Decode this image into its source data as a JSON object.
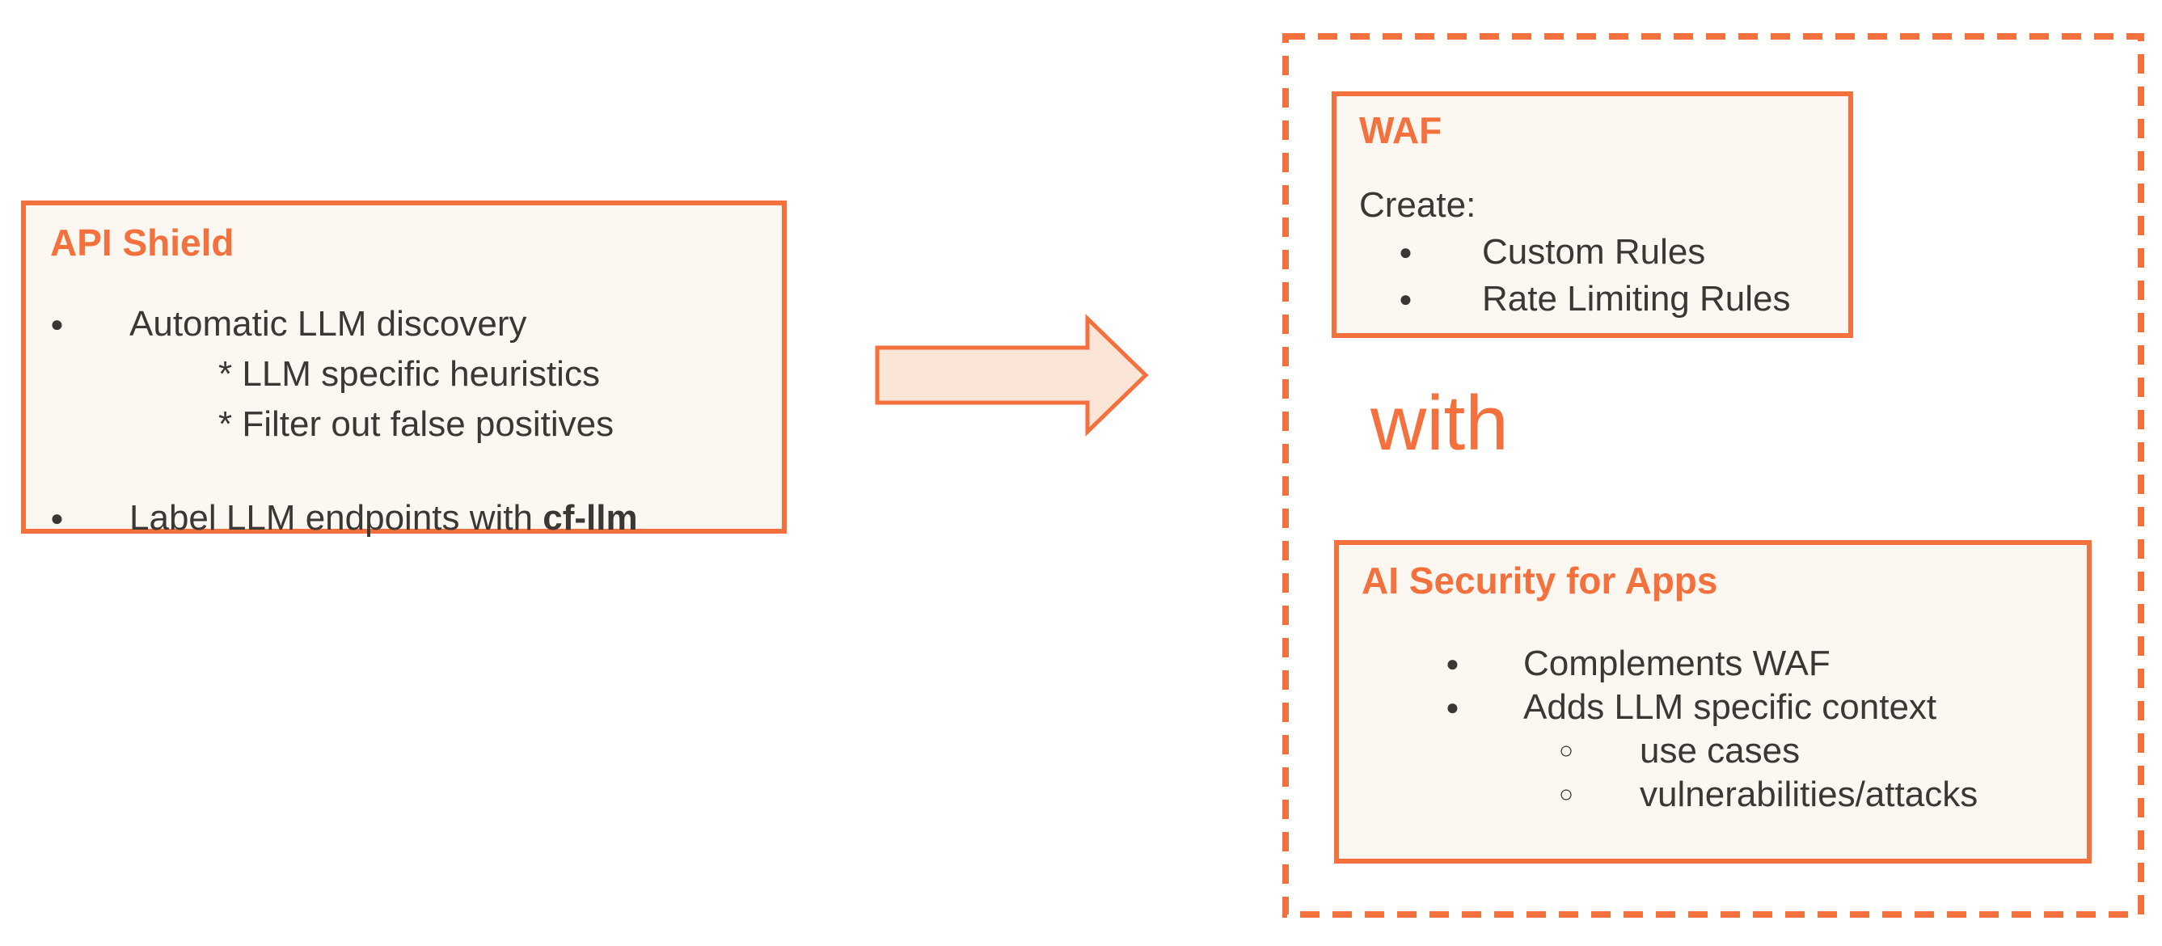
{
  "colors": {
    "accent": "#F4703D",
    "box_background": "#FCF8F1",
    "text": "#3A3734",
    "arrow_fill": "#FBE5D6"
  },
  "left_box": {
    "title": "API Shield",
    "bullet_glyph": "●",
    "item1": "Automatic LLM discovery",
    "item1_sub1": "* LLM specific heuristics",
    "item1_sub2": "* Filter out false positives",
    "item2_prefix": "Label LLM endpoints with ",
    "item2_code": "cf-llm"
  },
  "waf_box": {
    "title": "WAF",
    "intro": "Create:",
    "bullet_glyph": "●",
    "items": [
      "Custom Rules",
      "Rate Limiting Rules"
    ]
  },
  "connector": {
    "with_label": "with"
  },
  "ai_box": {
    "title": "AI Security for Apps",
    "bullet_glyph": "●",
    "sub_bullet_glyph": "○",
    "item1": "Complements WAF",
    "item2": "Adds LLM specific context",
    "item2_sub1": "use cases",
    "item2_sub2": "vulnerabilities/attacks"
  }
}
